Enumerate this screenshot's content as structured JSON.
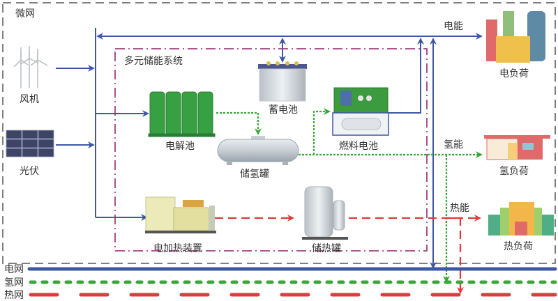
{
  "labels": {
    "microgrid": "微网",
    "storage_system": "多元储能系统",
    "wind": "风机",
    "pv": "光伏",
    "electrolyzer": "电解池",
    "battery": "蓄电池",
    "h2_tank": "储氢罐",
    "fuel_cell": "燃料电池",
    "electric_heater": "电加热装置",
    "heat_tank": "储热罐",
    "electric_energy": "电能",
    "hydrogen_energy": "氢能",
    "heat_energy": "热能",
    "electric_load": "电负荷",
    "hydrogen_load": "氢负荷",
    "heat_load": "热负荷",
    "power_grid": "电网",
    "hydrogen_grid": "氢网",
    "heat_grid": "热网"
  },
  "colors": {
    "electric": "#3f58a3",
    "hydrogen": "#3aa63a",
    "heat": "#e03a3a",
    "storage_border": "#a0407f",
    "microgrid_border": "#555555"
  }
}
